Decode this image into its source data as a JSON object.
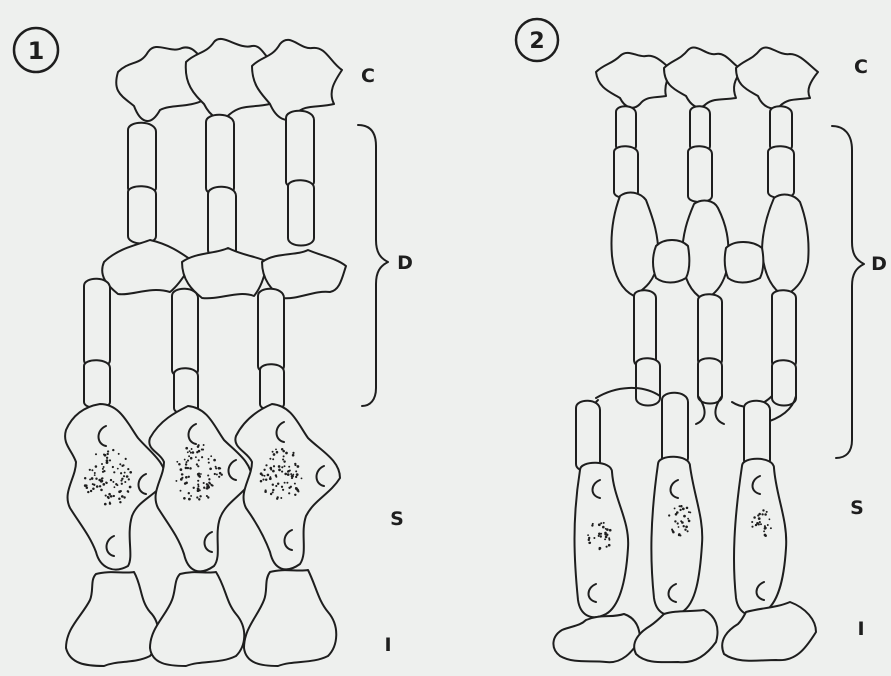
{
  "panels": [
    {
      "number": "1",
      "labels": {
        "c": "C",
        "d": "D",
        "s": "S",
        "i": "I"
      }
    },
    {
      "number": "2",
      "labels": {
        "c": "C",
        "d": "D",
        "s": "S",
        "i": "I"
      }
    }
  ]
}
